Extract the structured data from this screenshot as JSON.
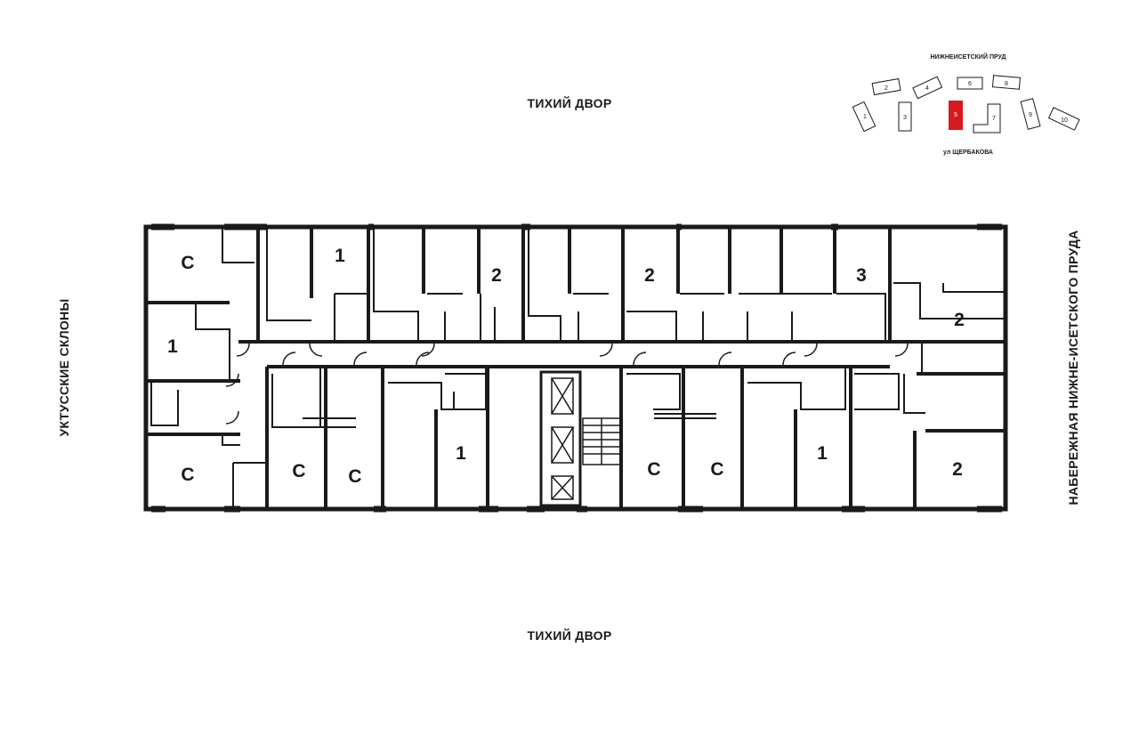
{
  "labels": {
    "top": "ТИХИЙ ДВОР",
    "bottom": "ТИХИЙ ДВОР",
    "left": "УКТУССКИЕ СКЛОНЫ",
    "right": "НАБЕРЕЖНАЯ НИЖНЕ-ИСЕТСКОГО ПРУДА"
  },
  "key_plan": {
    "north_label": "НИЖНЕИСЕТСКИЙ ПРУД",
    "south_label": "ул ЩЕРБАКОВА",
    "buildings": [
      "1",
      "2",
      "3",
      "4",
      "5",
      "6",
      "7",
      "8",
      "9",
      "10"
    ],
    "highlighted": "5",
    "highlight_color": "#d71920"
  },
  "apartments": {
    "a1": "С",
    "a2": "1",
    "a3": "С",
    "a4": "1",
    "a5": "2",
    "a6": "2",
    "a7": "3",
    "a8": "2",
    "a9": "С",
    "a10": "С",
    "a11": "1",
    "a12": "С",
    "a13": "С",
    "a14": "1",
    "a15": "2"
  },
  "colors": {
    "wall": "#1a1a1a",
    "accent": "#d71920"
  }
}
